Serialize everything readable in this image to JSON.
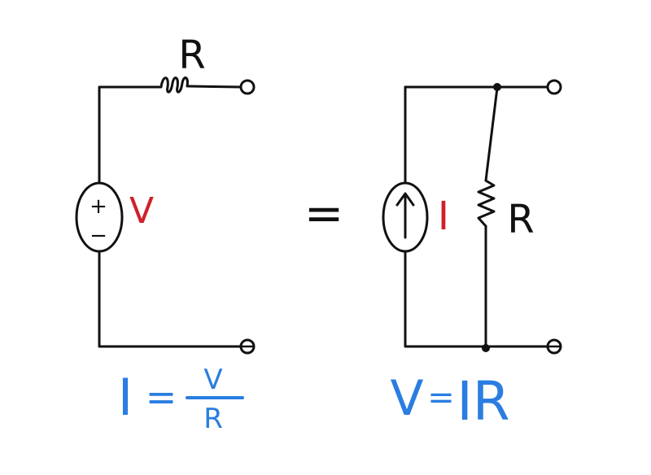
{
  "colors": {
    "ink": "#111111",
    "source_label": "#d0212a",
    "equation": "#2a7de1"
  },
  "left_circuit": {
    "resistor_label": "R",
    "source_plus": "+",
    "source_minus": "−",
    "source_label": "V",
    "source_icon": "voltage-source-icon"
  },
  "equals_sign": "=",
  "right_circuit": {
    "resistor_label": "R",
    "source_label": "I",
    "source_icon": "current-source-arrow-icon"
  },
  "left_equation": {
    "lhs": "I",
    "equals": "=",
    "numerator": "V",
    "denominator": "R"
  },
  "right_equation": {
    "lhs": "V",
    "equals": "=",
    "rhs": "IR"
  }
}
